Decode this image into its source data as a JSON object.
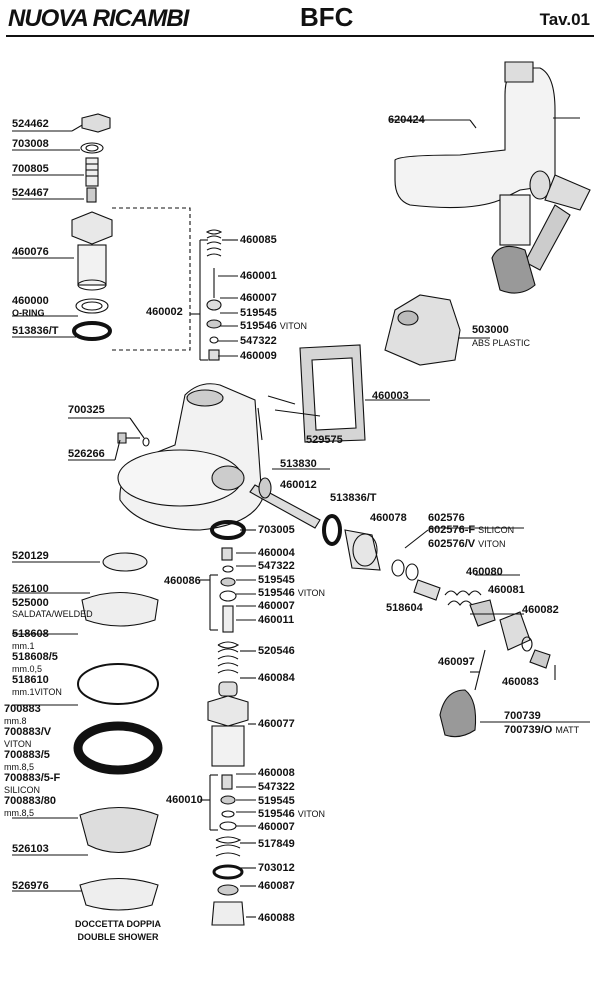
{
  "header": {
    "brand": "NUOVA RICAMBI",
    "model": "BFC",
    "table": "Tav.01"
  },
  "parts": {
    "p524462": "524462",
    "p703008": "703008",
    "p700805": "700805",
    "p524467": "524467",
    "p460076": "460076",
    "p460000": "460000",
    "p460000_note": "O-RING",
    "p513836t_a": "513836/T",
    "p460085": "460085",
    "p460001": "460001",
    "p460007_a": "460007",
    "p460002": "460002",
    "p519545_a": "519545",
    "p519546_a": "519546",
    "p519546_a_note": "VITON",
    "p547322_a": "547322",
    "p460009": "460009",
    "p620424": "620424",
    "p503000": "503000",
    "p503000_note": "ABS PLASTIC",
    "p460003": "460003",
    "p700325": "700325",
    "p526266": "526266",
    "p529575": "529575",
    "p513830": "513830",
    "p460012": "460012",
    "p513836t_b": "513836/T",
    "p460078": "460078",
    "p602576": "602576",
    "p602576f": "602576-F",
    "p602576f_note": "SILICON",
    "p602576v": "602576/V",
    "p602576v_note": "VITON",
    "p703005": "703005",
    "p520129": "520129",
    "p460004": "460004",
    "p547322_b": "547322",
    "p460086": "460086",
    "p519545_b": "519545",
    "p519546_b": "519546",
    "p519546_b_note": "VITON",
    "p460007_b": "460007",
    "p460011": "460011",
    "p526100": "526100",
    "p525000": "525000",
    "p525000_note": "SALDATA/WELDED",
    "p518604": "518604",
    "p460080": "460080",
    "p460081": "460081",
    "p460082": "460082",
    "p518608": "518608",
    "p518608_note": "mm.1",
    "p5186085": "518608/5",
    "p5186085_note": "mm.0,5",
    "p518610": "518610",
    "p518610_note": "mm.1VITON",
    "p520546": "520546",
    "p460097": "460097",
    "p460083": "460083",
    "p460084": "460084",
    "p700883": "700883",
    "p700883_note": "mm.8",
    "p700883v": "700883/V",
    "p700883v_note": "VITON",
    "p7008835": "700883/5",
    "p7008835_note": "mm.8,5",
    "p7008835f": "700883/5-F",
    "p7008835f_note": "SILICON",
    "p70088380": "700883/80",
    "p70088380_note": "mm.8,5",
    "p460077": "460077",
    "p700739": "700739",
    "p700739o": "700739/O",
    "p700739o_note": "MATT",
    "p460008": "460008",
    "p547322_c": "547322",
    "p460010": "460010",
    "p519545_c": "519545",
    "p519546_c": "519546",
    "p519546_c_note": "VITON",
    "p460007_c": "460007",
    "p517849": "517849",
    "p526103": "526103",
    "p703012": "703012",
    "p526976": "526976",
    "p460087": "460087",
    "p460088": "460088",
    "caption1": "DOCCETTA DOPPIA",
    "caption2": "DOUBLE SHOWER"
  }
}
